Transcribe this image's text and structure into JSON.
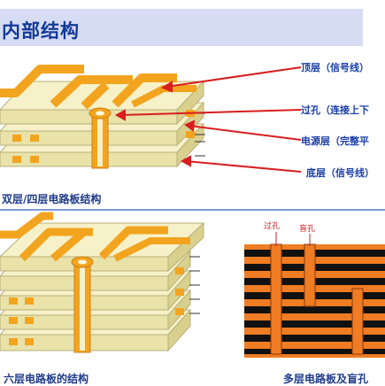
{
  "title": "内部结构",
  "callouts": {
    "top_layer": "顶层（信号线）",
    "via": "过孔（连接上下",
    "power_layer": "电源层（完整平",
    "bottom_layer": "底层（信号线）"
  },
  "captions": {
    "two_four_layer": "双层/四层电路板结构",
    "six_layer": "六层电路板的结构",
    "multi_layer": "多层电路板及盲孔"
  },
  "cross_section_labels": {
    "via": "过孔",
    "blind_via": "盲孔"
  },
  "colors": {
    "board": "#f6f1c8",
    "board_side": "#e6dfa6",
    "copper": "#f2a41f",
    "copper_dark": "#d27f10",
    "arrow": "#d81e1e",
    "section_black": "#111111",
    "section_orange": "#f07c23"
  }
}
